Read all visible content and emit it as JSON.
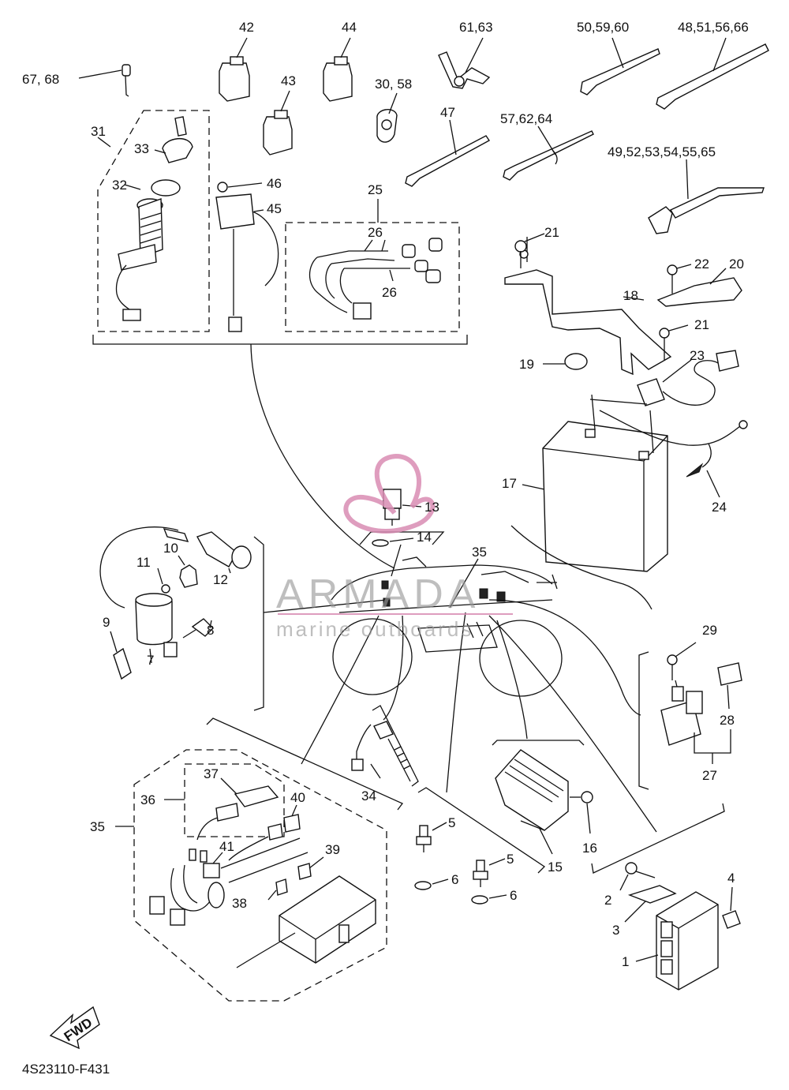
{
  "callouts": {
    "c67_68": "67, 68",
    "c42": "42",
    "c44": "44",
    "c43": "43",
    "c30_58": "30, 58",
    "c61_63": "61,63",
    "c50_59_60": "50,59,60",
    "c48_51_56_66": "48,51,56,66",
    "c47": "47",
    "c57_62_64": "57,62,64",
    "c49_52_53_54_55_65": "49,52,53,54,55,65",
    "c31": "31",
    "c33": "33",
    "c32": "32",
    "c46": "46",
    "c45": "45",
    "c25": "25",
    "c26a": "26",
    "c26b": "26",
    "c21a": "21",
    "c22": "22",
    "c20": "20",
    "c18": "18",
    "c21b": "21",
    "c19": "19",
    "c23": "23",
    "c17": "17",
    "c24": "24",
    "c13": "13",
    "c14": "14",
    "c35a": "35",
    "c10": "10",
    "c11": "11",
    "c12": "12",
    "c9": "9",
    "c8": "8",
    "c7": "7",
    "c29": "29",
    "c28": "28",
    "c27": "27",
    "c34": "34",
    "c37": "37",
    "c36": "36",
    "c40": "40",
    "c35b": "35",
    "c41": "41",
    "c39": "39",
    "c38": "38",
    "c5a": "5",
    "c6a": "6",
    "c5b": "5",
    "c6b": "6",
    "c15": "15",
    "c16": "16",
    "c4": "4",
    "c2": "2",
    "c3": "3",
    "c1": "1"
  },
  "fwd_label": "FWD",
  "diagram_code": "4S23110-F431",
  "watermark": {
    "brand": "ARMADA",
    "tagline": "marine outboards",
    "color": "#d98cb3"
  }
}
